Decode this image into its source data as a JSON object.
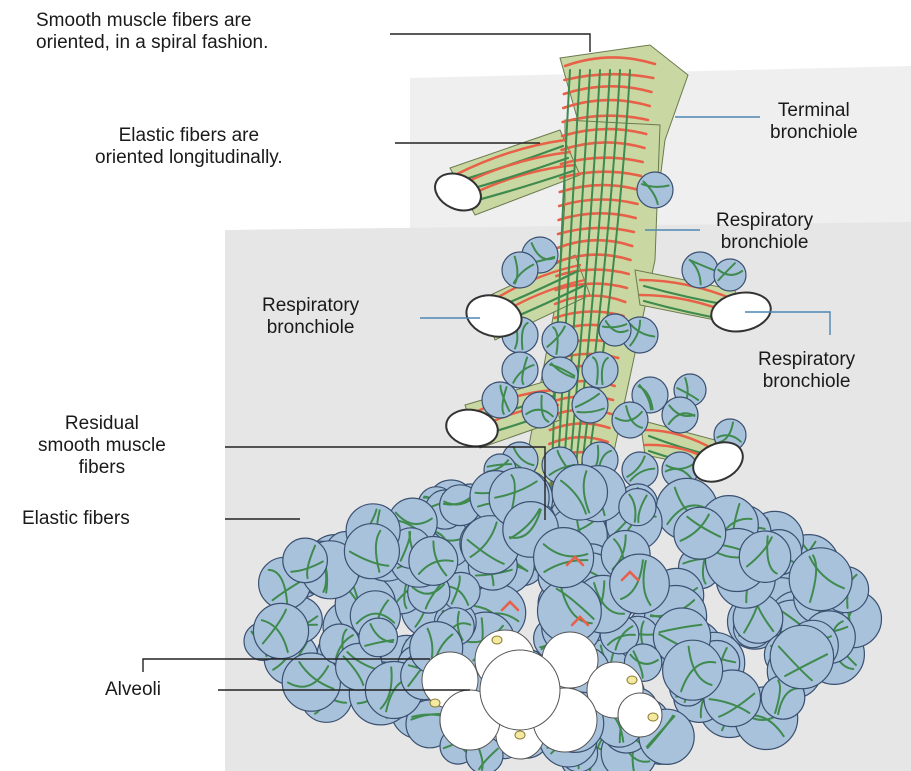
{
  "labels": {
    "smooth_muscle_line1": "Smooth muscle fibers are",
    "smooth_muscle_line2": "oriented, in a spiral fashion.",
    "elastic_long_line1": "Elastic fibers are",
    "elastic_long_line2": "oriented longitudinally.",
    "terminal_line1": "Terminal",
    "terminal_line2": "bronchiole",
    "resp_upper_right_line1": "Respiratory",
    "resp_upper_right_line2": "bronchiole",
    "resp_left_line1": "Respiratory",
    "resp_left_line2": "bronchiole",
    "resp_lower_right_line1": "Respiratory",
    "resp_lower_right_line2": "bronchiole",
    "residual_line1": "Residual",
    "residual_line2": "smooth muscle",
    "residual_line3": "fibers",
    "elastic_fibers": "Elastic fibers",
    "alveoli": "Alveoli"
  },
  "colors": {
    "airway_fill": "#c9d8a2",
    "alveolus_fill": "#a9c2dc",
    "alveolus_stroke": "#3a5070",
    "muscle_fiber": "#e86048",
    "elastic_fiber": "#3f8a4e",
    "open_lumen": "#ffffff",
    "leader_line_dark": "#222222",
    "leader_line_blue": "#4f86b3",
    "background_panel": "#eeeeee"
  }
}
